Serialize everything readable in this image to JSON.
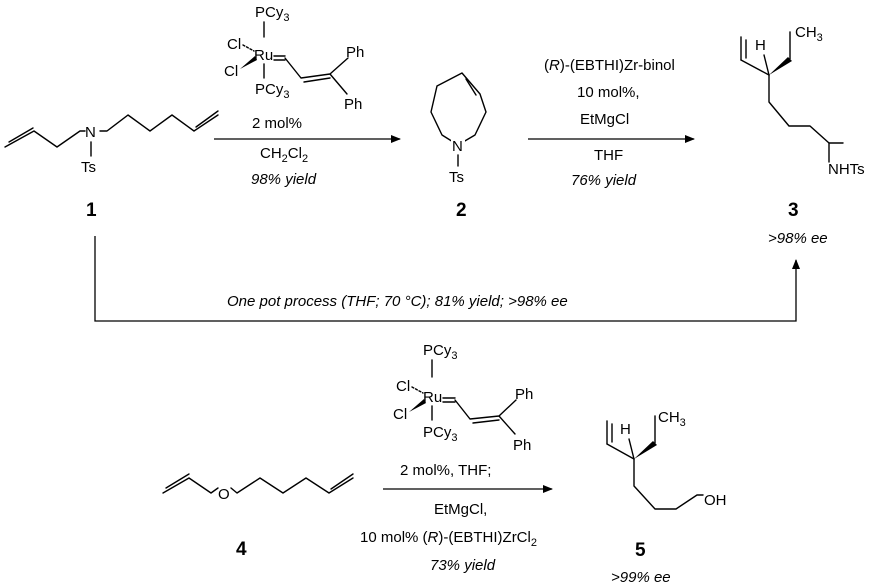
{
  "catalyst_top": {
    "pcy3_upper": "PCy",
    "pcy3_upper_sub": "3",
    "cl_a": "Cl",
    "cl_b": "Cl",
    "ru": "Ru",
    "pcy3_lower": "PCy",
    "pcy3_lower_sub": "3",
    "ph_a": "Ph",
    "ph_b": "Ph"
  },
  "catalyst_bottom": {
    "pcy3_upper": "PCy",
    "pcy3_upper_sub": "3",
    "cl_a": "Cl",
    "cl_b": "Cl",
    "ru": "Ru",
    "pcy3_lower": "PCy",
    "pcy3_lower_sub": "3",
    "ph_a": "Ph",
    "ph_b": "Ph"
  },
  "compounds": {
    "c1": {
      "number": "1",
      "n": "N",
      "ts": "Ts"
    },
    "c2": {
      "number": "2",
      "n": "N",
      "ts": "Ts"
    },
    "c3": {
      "number": "3",
      "h": "H",
      "ch3": "CH",
      "ch3_sub": "3",
      "nhts": "NHTs",
      "ee": ">98% ee"
    },
    "c4": {
      "number": "4",
      "o": "O"
    },
    "c5": {
      "number": "5",
      "h": "H",
      "ch3": "CH",
      "ch3_sub": "3",
      "oh": "OH",
      "ee": ">99% ee"
    }
  },
  "step1": {
    "loading": "2 mol%",
    "solvent_a": "CH",
    "solvent_sub1": "2",
    "solvent_b": "Cl",
    "solvent_sub2": "2",
    "yield": "98% yield"
  },
  "step2": {
    "cat_r": "R",
    "cat_pre": "(",
    "cat_post": ")-(EBTHI)Zr-binol",
    "loading": "10 mol%,",
    "reagent": "EtMgCl",
    "solvent": "THF",
    "yield": "76% yield"
  },
  "one_pot": {
    "label": "One pot process (THF; 70 °C); 81% yield; >98% ee"
  },
  "step3": {
    "line1": "2 mol%, THF;",
    "line2": "EtMgCl,",
    "line3_pre": "10 mol% (",
    "line3_r": "R",
    "line3_mid": ")-(EBTHI)ZrCl",
    "line3_sub": "2",
    "yield": "73% yield"
  }
}
